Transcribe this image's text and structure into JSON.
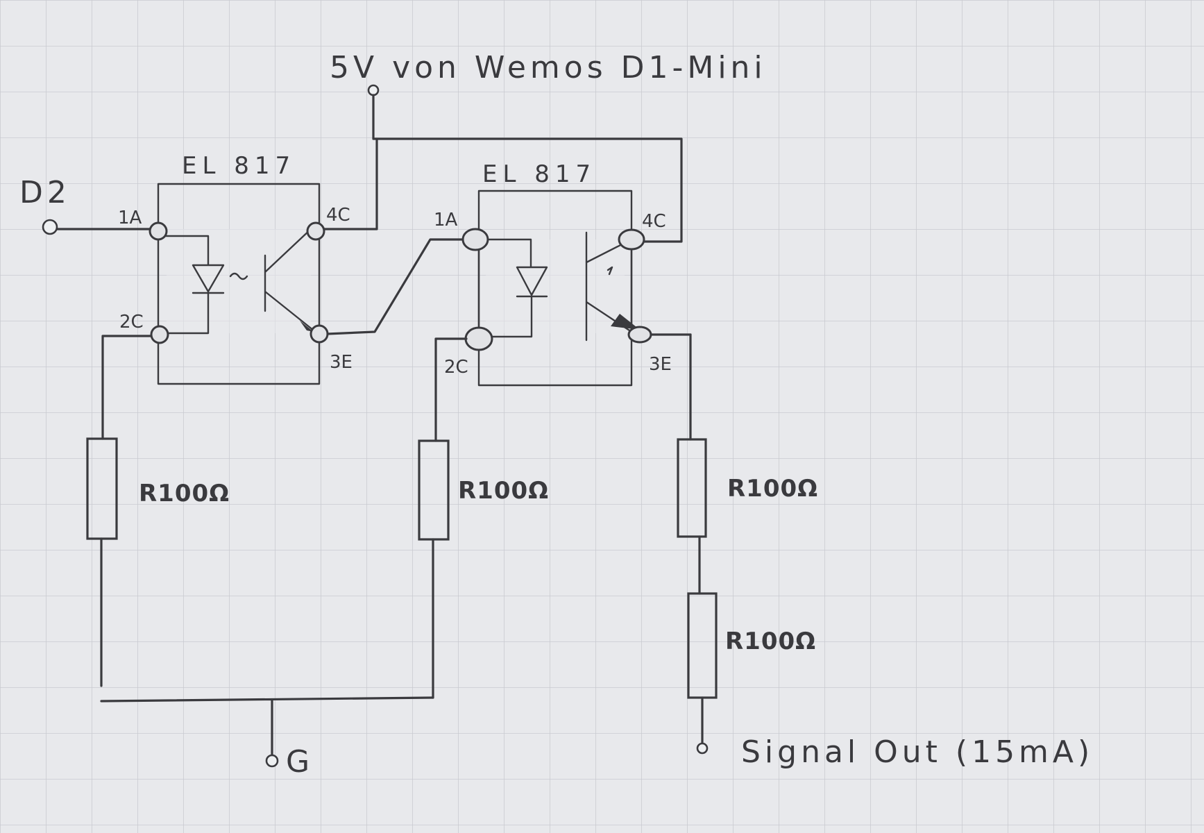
{
  "supply_label": "5V von Wemos D1-Mini",
  "input_label": "D2",
  "ground_label": "G",
  "output_label": "Signal Out (15mA)",
  "optocouplers": [
    {
      "part": "EL 817",
      "pin_anode": "1A",
      "pin_cathode": "2C",
      "pin_emitter": "3E",
      "pin_collector": "4C"
    },
    {
      "part": "EL 817",
      "pin_anode": "1A",
      "pin_cathode": "2C",
      "pin_emitter": "3E",
      "pin_collector": "4C"
    }
  ],
  "resistors": [
    {
      "label": "R100Ω"
    },
    {
      "label": "R100Ω"
    },
    {
      "label": "R100Ω"
    },
    {
      "label": "R100Ω"
    }
  ],
  "colors": {
    "paper": "#e8e9ec",
    "grid": "#c9cbd1",
    "ink": "#3a3a3e",
    "hatch": "#b9bbc1"
  }
}
